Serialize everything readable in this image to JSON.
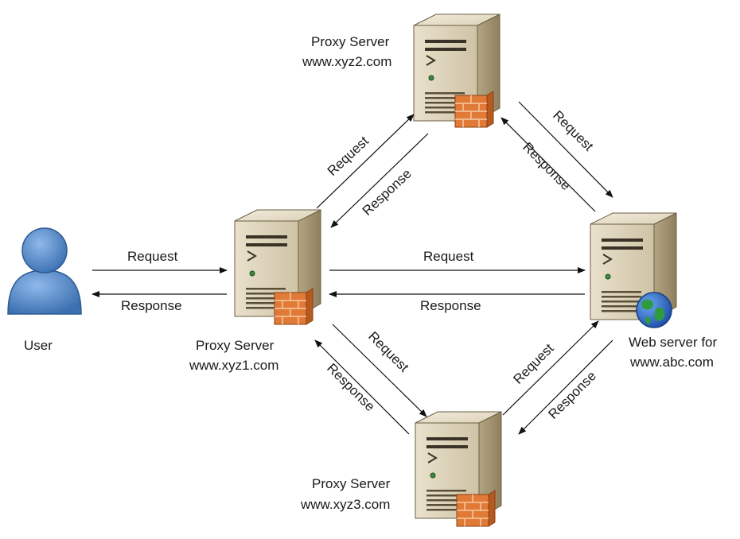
{
  "nodes": {
    "user": {
      "label": "User"
    },
    "proxy1": {
      "title": "Proxy Server",
      "host": "www.xyz1.com"
    },
    "proxy2": {
      "title": "Proxy Server",
      "host": "www.xyz2.com"
    },
    "proxy3": {
      "title": "Proxy Server",
      "host": "www.xyz3.com"
    },
    "web": {
      "title": "Web server for",
      "host": "www.abc.com"
    }
  },
  "edges": {
    "user_to_proxy1": "Request",
    "proxy1_to_user": "Response",
    "proxy1_to_web": "Request",
    "web_to_proxy1": "Response",
    "proxy1_to_proxy2": "Request",
    "proxy2_to_proxy1": "Response",
    "proxy2_to_web": "Request",
    "web_to_proxy2": "Response",
    "proxy1_to_proxy3": "Request",
    "proxy3_to_proxy1": "Response",
    "proxy3_to_web": "Request",
    "web_to_proxy3": "Response"
  },
  "icons": {
    "user": "user-icon",
    "server": "server-tower-icon",
    "firewall": "firewall-icon",
    "globe": "globe-icon"
  },
  "colors": {
    "server_body": "#d8cdb3",
    "server_side": "#a99a78",
    "user_blue": "#4f86c6",
    "firewall": "#e07a36",
    "globe_blue": "#2a6fd1",
    "globe_green": "#2e9b3f",
    "arrow": "#111111"
  }
}
